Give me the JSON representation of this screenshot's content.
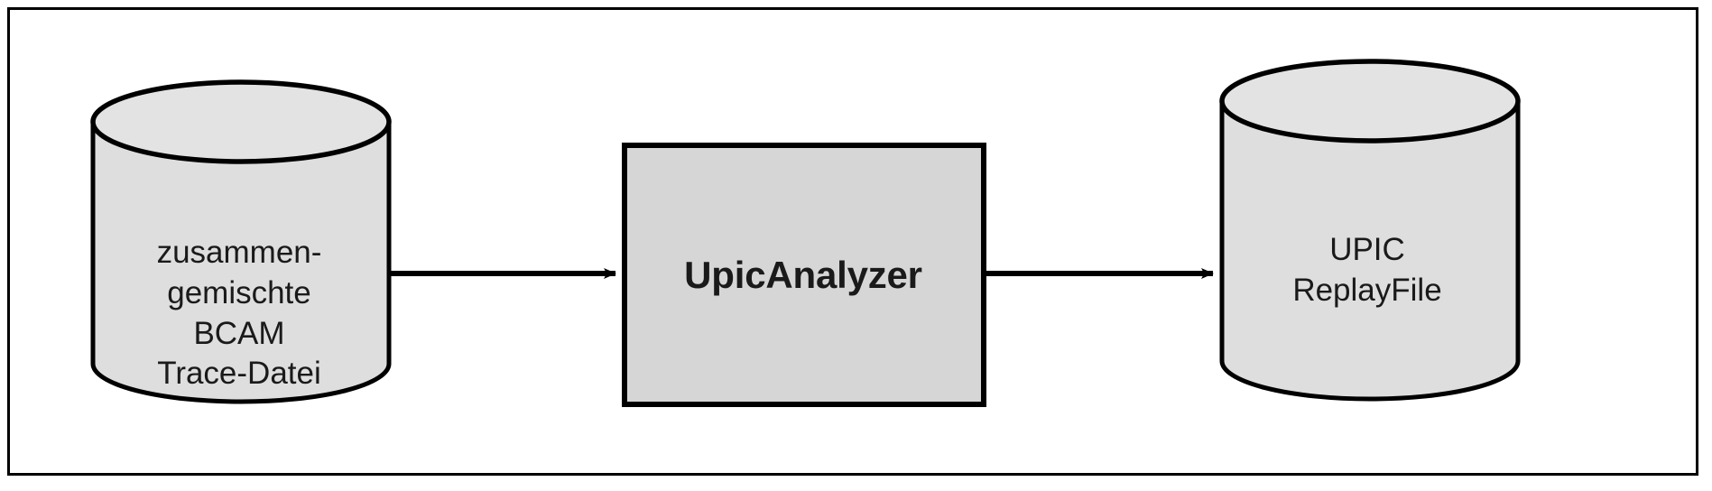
{
  "figure": {
    "type": "dataflow-diagram",
    "background_color": "#ffffff",
    "frame_color": "#000000",
    "shape_fill": "#dedede",
    "box_fill": "#d6d6d6",
    "stroke_color": "#000000",
    "text_color": "#1a1a1a"
  },
  "nodes": {
    "left_store": {
      "kind": "data-store-cylinder",
      "label": "zusammen-\ngemischte\nBCAM\nTrace-Datei",
      "lines": [
        "zusammen-",
        "gemischte",
        "BCAM",
        "Trace-Datei"
      ]
    },
    "process": {
      "kind": "process-box",
      "label": "UpicAnalyzer"
    },
    "right_store": {
      "kind": "data-store-cylinder",
      "label": "UPIC\nReplayFile",
      "lines": [
        "UPIC",
        "ReplayFile"
      ]
    }
  },
  "edges": [
    {
      "id": "edge-input",
      "from": "left_store",
      "to": "process",
      "style": "solid-arrow",
      "label": ""
    },
    {
      "id": "edge-output",
      "from": "process",
      "to": "right_store",
      "style": "solid-arrow",
      "label": ""
    }
  ]
}
